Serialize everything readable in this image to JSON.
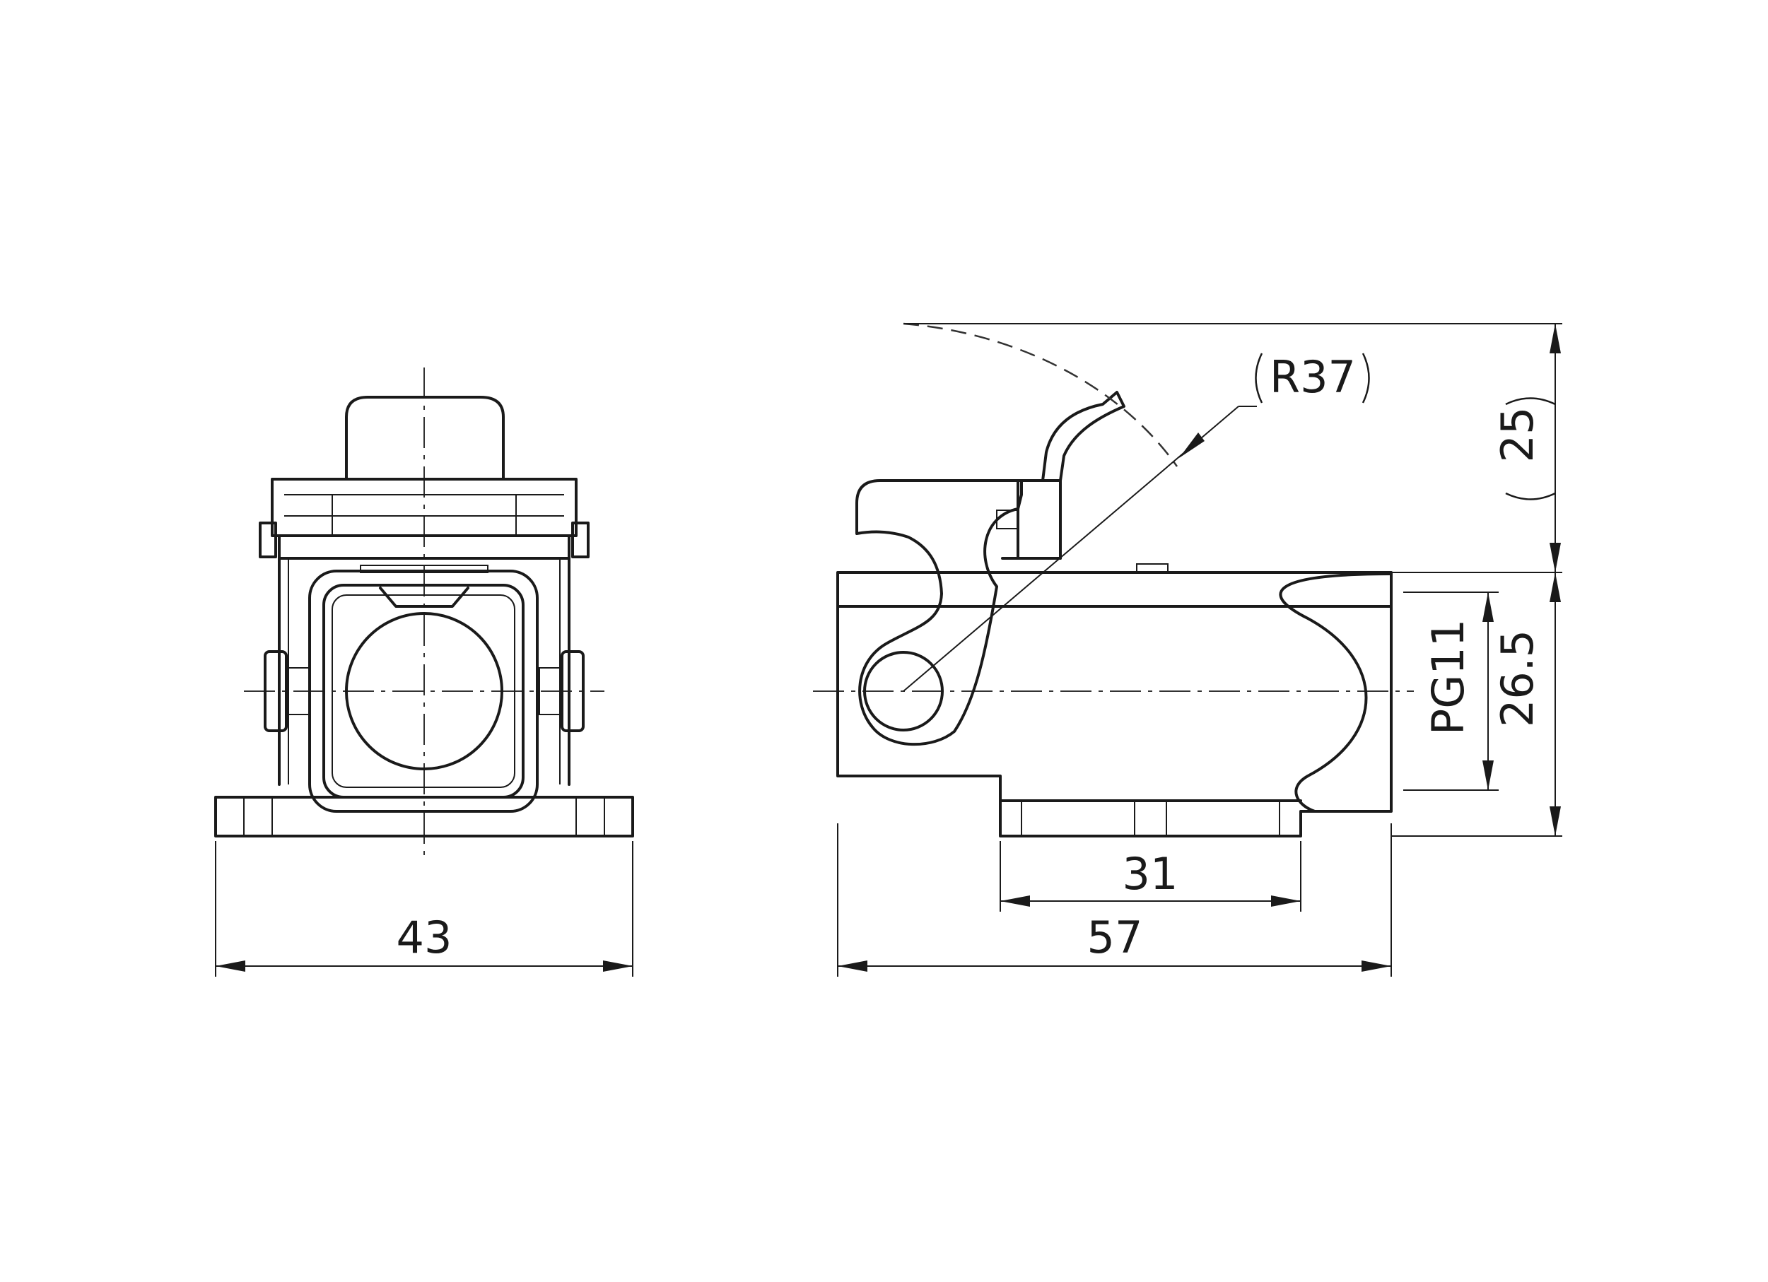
{
  "dimensions": {
    "front_width": "43",
    "side_length": "57",
    "base_length": "31",
    "radius": "R37",
    "top_clearance": "25",
    "height": "26.5",
    "thread": "PG11"
  },
  "colors": {
    "line": "#1a1a1a",
    "background": "#ffffff"
  }
}
